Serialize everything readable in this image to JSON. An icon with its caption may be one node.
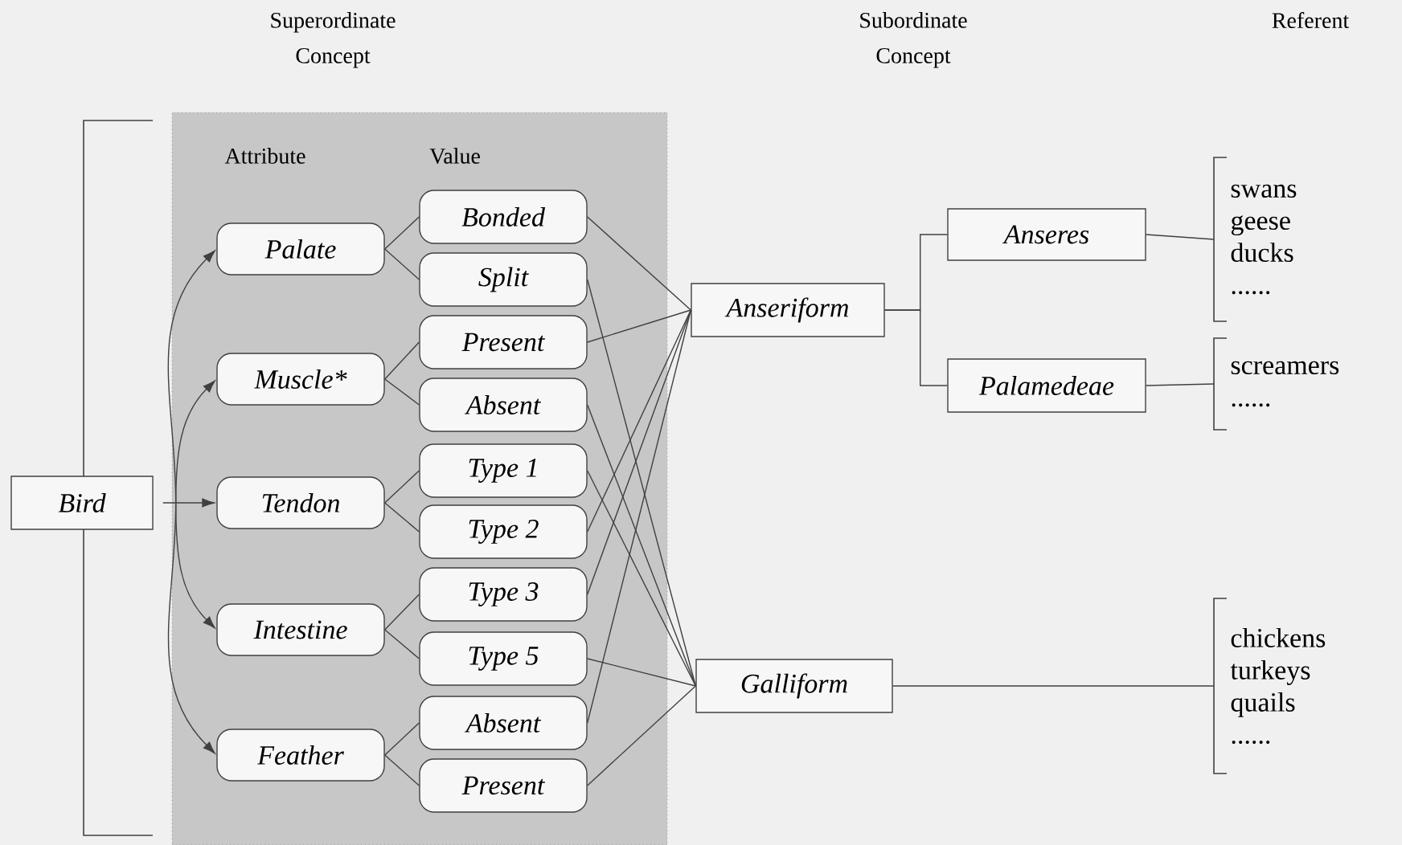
{
  "diagram": {
    "nodes": [
      {
        "text": [
          "Bird"
        ]
      },
      {
        "text": [
          "Attribute",
          "Value"
        ]
      },
      {
        "text": [
          "Palate"
        ],
        "in": 1
      },
      {
        "text": [
          "Muscle*"
        ],
        "in": 1
      },
      {
        "text": [
          "Tendon"
        ],
        "in": 1
      },
      {
        "text": [
          "Intestine"
        ],
        "in": 1
      },
      {
        "text": [
          "Feather"
        ],
        "in": 1
      },
      {
        "text": [
          "Bonded"
        ],
        "in": 1
      },
      {
        "text": [
          "Split"
        ],
        "in": 1
      },
      {
        "text": [
          "Present"
        ],
        "in": 1
      },
      {
        "text": [
          "Absent"
        ],
        "in": 1
      },
      {
        "text": [
          "Type 1"
        ],
        "in": 1
      },
      {
        "text": [
          "Type 2"
        ],
        "in": 1
      },
      {
        "text": [
          "Type 3"
        ],
        "in": 1
      },
      {
        "text": [
          "Type 5"
        ],
        "in": 1
      },
      {
        "text": [
          "Absent"
        ],
        "in": 1
      },
      {
        "text": [
          "Present"
        ],
        "in": 1
      },
      {
        "text": [
          "Anseriform"
        ]
      },
      {
        "text": [
          "Anseres"
        ]
      },
      {
        "text": [
          "Palamedeae"
        ]
      },
      {
        "text": [
          "Galliform"
        ]
      },
      {
        "text": [
          "swans",
          "geese",
          "ducks",
          "......"
        ]
      },
      {
        "text": [
          "screamers",
          "......"
        ]
      },
      {
        "text": [
          "chickens",
          "turkeys",
          "quails",
          "......"
        ]
      }
    ],
    "edges": [
      {
        "from": 0,
        "to": 2,
        "arrow": "to"
      },
      {
        "from": 0,
        "to": 3,
        "arrow": "to"
      },
      {
        "from": 0,
        "to": 4,
        "arrow": "to"
      },
      {
        "from": 0,
        "to": 5,
        "arrow": "to"
      },
      {
        "from": 0,
        "to": 6,
        "arrow": "to"
      },
      {
        "from": 2,
        "to": 7,
        "arrow": "none"
      },
      {
        "from": 2,
        "to": 8,
        "arrow": "none"
      },
      {
        "from": 3,
        "to": 9,
        "arrow": "none"
      },
      {
        "from": 3,
        "to": 10,
        "arrow": "none"
      },
      {
        "from": 4,
        "to": 11,
        "arrow": "none"
      },
      {
        "from": 4,
        "to": 12,
        "arrow": "none"
      },
      {
        "from": 5,
        "to": 13,
        "arrow": "none"
      },
      {
        "from": 5,
        "to": 14,
        "arrow": "none"
      },
      {
        "from": 6,
        "to": 15,
        "arrow": "none"
      },
      {
        "from": 6,
        "to": 16,
        "arrow": "none"
      },
      {
        "from": 7,
        "to": 17,
        "arrow": "none"
      },
      {
        "from": 8,
        "to": 20,
        "arrow": "none"
      },
      {
        "from": 9,
        "to": 17,
        "arrow": "none"
      },
      {
        "from": 10,
        "to": 20,
        "arrow": "none"
      },
      {
        "from": 11,
        "to": 20,
        "arrow": "none"
      },
      {
        "from": 12,
        "to": 17,
        "arrow": "none"
      },
      {
        "from": 13,
        "to": 17,
        "arrow": "none"
      },
      {
        "from": 14,
        "to": 20,
        "arrow": "none"
      },
      {
        "from": 15,
        "to": 17,
        "arrow": "none"
      },
      {
        "from": 16,
        "to": 20,
        "arrow": "none"
      },
      {
        "from": 17,
        "to": 18,
        "arrow": "none"
      },
      {
        "from": 17,
        "to": 19,
        "arrow": "none"
      },
      {
        "from": 18,
        "to": 21,
        "arrow": "none"
      },
      {
        "from": 19,
        "to": 22,
        "arrow": "none"
      },
      {
        "from": 20,
        "to": 23,
        "arrow": "none"
      }
    ],
    "labels": [
      "Superordinate Concept",
      "Subordinate Concept",
      "Referent"
    ]
  }
}
